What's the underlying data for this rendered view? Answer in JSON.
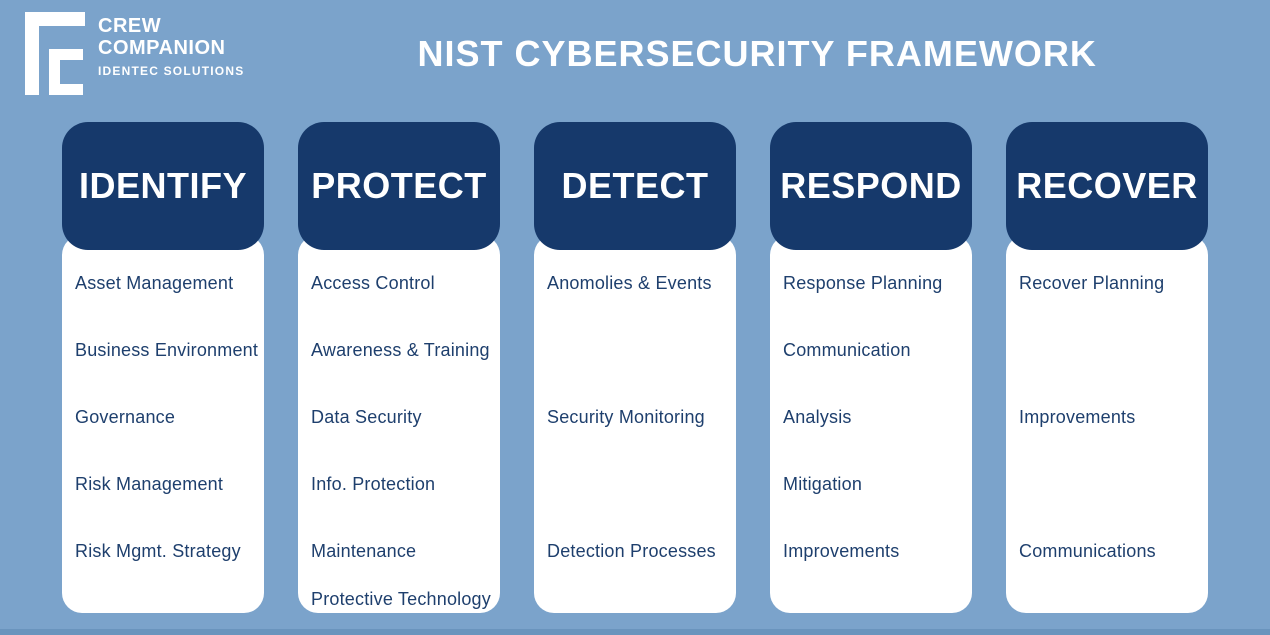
{
  "title": "NIST CYBERSECURITY FRAMEWORK",
  "logo": {
    "brand_line1": "CREW",
    "brand_line2": "COMPANION",
    "subtitle": "IDENTEC SOLUTIONS"
  },
  "colors": {
    "background": "#7BA3CB",
    "header_navy": "#16396B",
    "item_text": "#1E3F6D",
    "card_white": "#FFFFFF",
    "bottom_strip": "#6A94BD",
    "title_white": "#FFFFFF"
  },
  "columns": [
    {
      "header": "IDENTIFY",
      "items": [
        {
          "label": "Asset Management",
          "row": 1
        },
        {
          "label": "Business Environment",
          "row": 2
        },
        {
          "label": "Governance",
          "row": 3
        },
        {
          "label": "Risk Management",
          "row": 4
        },
        {
          "label": "Risk Mgmt. Strategy",
          "row": 5
        }
      ]
    },
    {
      "header": "PROTECT",
      "items": [
        {
          "label": "Access Control",
          "row": 1
        },
        {
          "label": "Awareness & Training",
          "row": 2
        },
        {
          "label": "Data Security",
          "row": 3
        },
        {
          "label": "Info. Protection",
          "row": 4
        },
        {
          "label": "Maintenance",
          "row": 5
        },
        {
          "label": "Protective Technology",
          "row": 6
        }
      ]
    },
    {
      "header": "DETECT",
      "items": [
        {
          "label": "Anomolies & Events",
          "row": 1
        },
        {
          "label": "Security Monitoring",
          "row": 3
        },
        {
          "label": "Detection Processes",
          "row": 5
        }
      ]
    },
    {
      "header": "RESPOND",
      "items": [
        {
          "label": "Response Planning",
          "row": 1
        },
        {
          "label": "Communication",
          "row": 2
        },
        {
          "label": "Analysis",
          "row": 3
        },
        {
          "label": "Mitigation",
          "row": 4
        },
        {
          "label": "Improvements",
          "row": 5
        }
      ]
    },
    {
      "header": "RECOVER",
      "items": [
        {
          "label": "Recover Planning",
          "row": 1
        },
        {
          "label": "Improvements",
          "row": 3
        },
        {
          "label": "Communications",
          "row": 5
        }
      ]
    }
  ]
}
